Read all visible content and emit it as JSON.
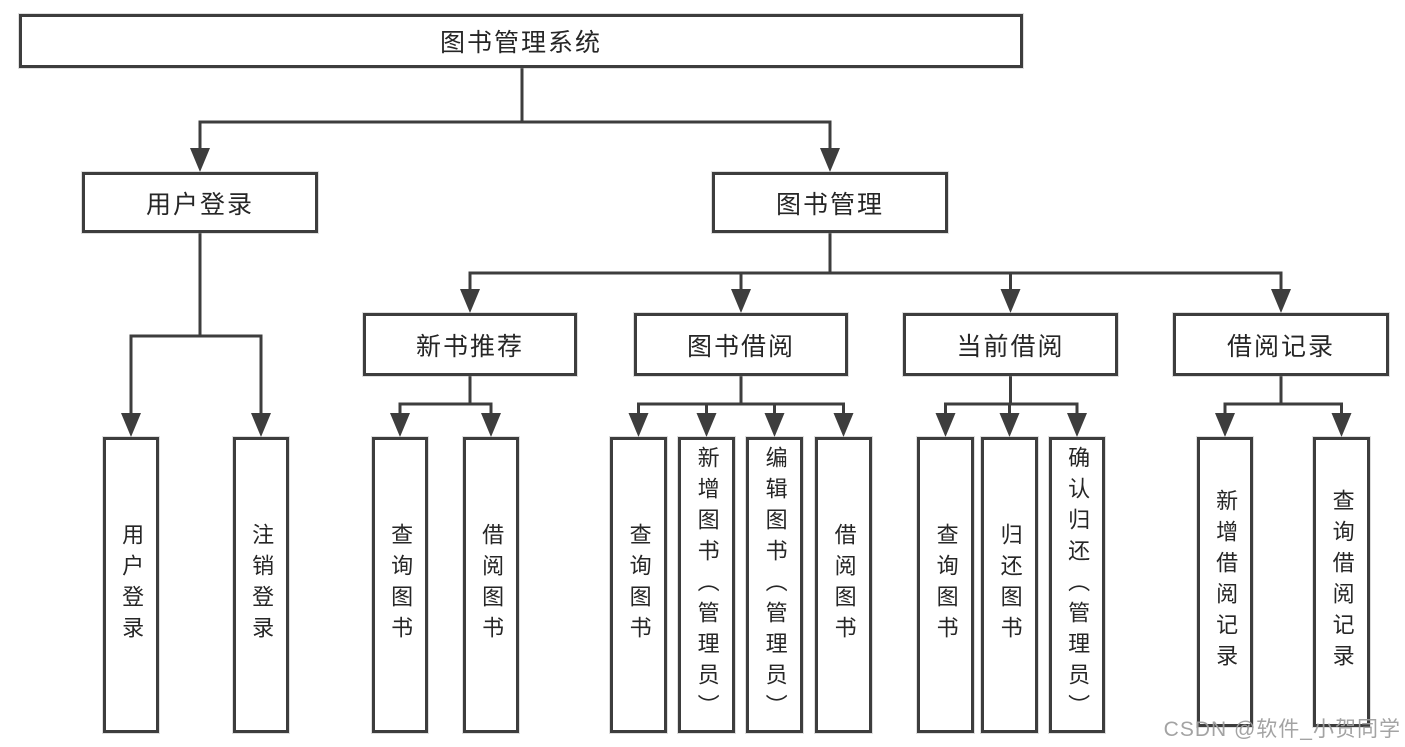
{
  "colors": {
    "line": "#3d3d3d",
    "box_border": "#3d3d3d",
    "text": "#262626",
    "background": "#ffffff",
    "watermark": "#9e9e9e"
  },
  "watermark": "CSDN @软件_小贺同学",
  "tree": {
    "label": "图书管理系统",
    "children": [
      {
        "label": "用户登录",
        "children": [
          {
            "label": "用户登录"
          },
          {
            "label": "注销登录"
          }
        ]
      },
      {
        "label": "图书管理",
        "children": [
          {
            "label": "新书推荐",
            "children": [
              {
                "label": "查询图书"
              },
              {
                "label": "借阅图书"
              }
            ]
          },
          {
            "label": "图书借阅",
            "children": [
              {
                "label": "查询图书"
              },
              {
                "label": "新增图书（管理员）"
              },
              {
                "label": "编辑图书（管理员）"
              },
              {
                "label": "借阅图书"
              }
            ]
          },
          {
            "label": "当前借阅",
            "children": [
              {
                "label": "查询图书"
              },
              {
                "label": "归还图书"
              },
              {
                "label": "确认归还（管理员）"
              }
            ]
          },
          {
            "label": "借阅记录",
            "children": [
              {
                "label": "新增借阅记录"
              },
              {
                "label": "查询借阅记录"
              }
            ]
          }
        ]
      }
    ]
  }
}
